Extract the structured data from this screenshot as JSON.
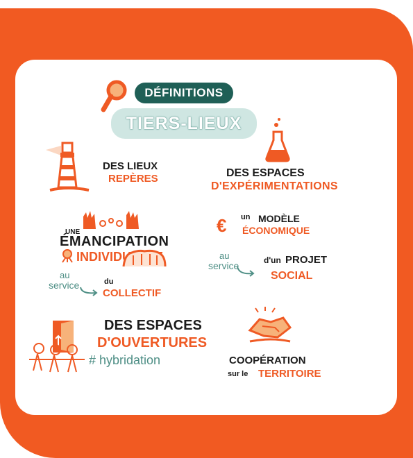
{
  "title": {
    "badge": "Définitions",
    "subtitle": "Tiers-Lieux"
  },
  "items": {
    "reperes": {
      "line1": "des Lieux",
      "line2": "Repères"
    },
    "experimentations": {
      "line1": "des espaces",
      "line2": "d'expérimentations"
    },
    "emancipation": {
      "une": "une",
      "line1": "émancipation",
      "line2": "individuelle",
      "au": "au",
      "service": "service",
      "du": "du",
      "collectif": "collectif"
    },
    "modele": {
      "un": "un",
      "line1": "Modèle",
      "line2": "économique",
      "au": "au",
      "service": "service",
      "dun": "d'un",
      "projet": "projet",
      "social": "social"
    },
    "ouvertures": {
      "line1": "des espaces",
      "line2": "d'ouvertures",
      "line3": "# hybridation"
    },
    "cooperation": {
      "line1": "coopération",
      "line2": "sur le",
      "line3": "territoire"
    }
  },
  "colors": {
    "orange": "#f15a22",
    "teal": "#4f8f86",
    "dark_green": "#1f5f56",
    "light_teal": "#cfe6e2"
  }
}
